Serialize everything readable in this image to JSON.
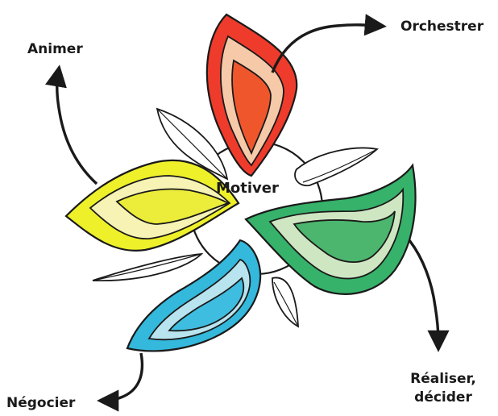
{
  "diagram": {
    "center_label": "Motiver",
    "labels": {
      "orchestrer": "Orchestrer",
      "animer": "Animer",
      "realiser_line1": "Réaliser,",
      "realiser_line2": "décider",
      "negocier": "Négocier"
    },
    "colors": {
      "outline": "#1a1a1a",
      "red": [
        "#ee3b2c",
        "#f6c9a8",
        "#f0562c"
      ],
      "yellow": [
        "#eef02a",
        "#f7f3b4",
        "#ecec3a"
      ],
      "green": [
        "#36b26a",
        "#cfe6c2",
        "#4cb56e"
      ],
      "blue": [
        "#34b8dc",
        "#b8e4ef",
        "#3fbde0"
      ]
    }
  }
}
